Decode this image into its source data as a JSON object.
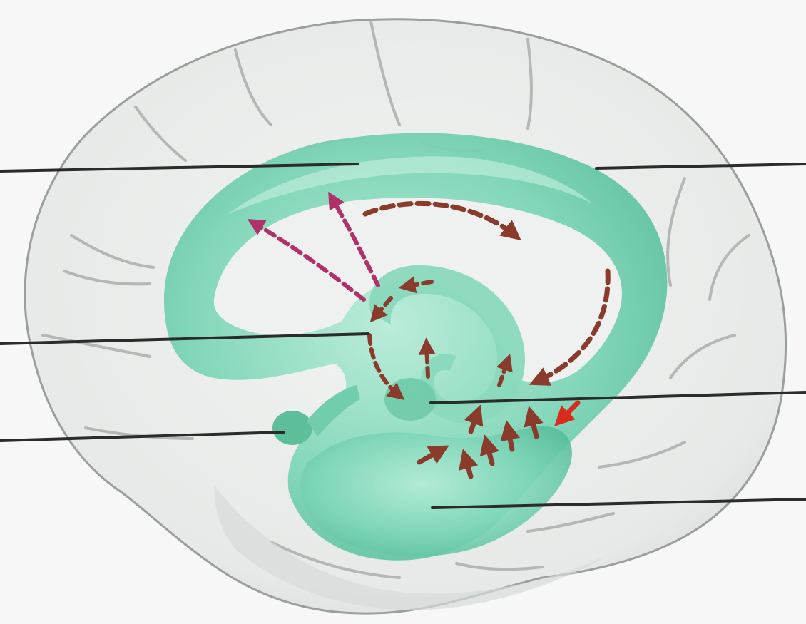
{
  "figure": {
    "subject": "limbic-system-medial-brain",
    "colors": {
      "paper": "#f6f7f6",
      "cortex_fill": "#eceeed",
      "cortex_shadow": "#d4d8d6",
      "cortex_outline": "#9a9e9c",
      "gyrus_line": "#b3b7b5",
      "limbic_green": "#7fd6b8",
      "limbic_green_light": "#b8ecd9",
      "limbic_green_dark": "#4fb894",
      "arrow_brown": "#8a3b2c",
      "arrow_pink": "#b0306a",
      "arrow_red": "#d92c1c",
      "leader_line": "#2b2b2b"
    },
    "leader_lines": [
      {
        "id": "leader-1",
        "label": ""
      },
      {
        "id": "leader-2",
        "label": ""
      },
      {
        "id": "leader-3",
        "label": ""
      },
      {
        "id": "leader-4",
        "label": ""
      },
      {
        "id": "leader-5",
        "label": ""
      },
      {
        "id": "leader-6",
        "label": ""
      }
    ],
    "arrow_sets": [
      {
        "id": "arrows-upper-arc",
        "color_role": "arrow_brown"
      },
      {
        "id": "arrows-fanning",
        "color_role": "arrow_pink"
      },
      {
        "id": "arrows-inner-loop",
        "color_role": "arrow_brown"
      },
      {
        "id": "arrows-lower-cluster",
        "color_role": "arrow_brown"
      },
      {
        "id": "arrow-red-input",
        "color_role": "arrow_red"
      }
    ]
  }
}
